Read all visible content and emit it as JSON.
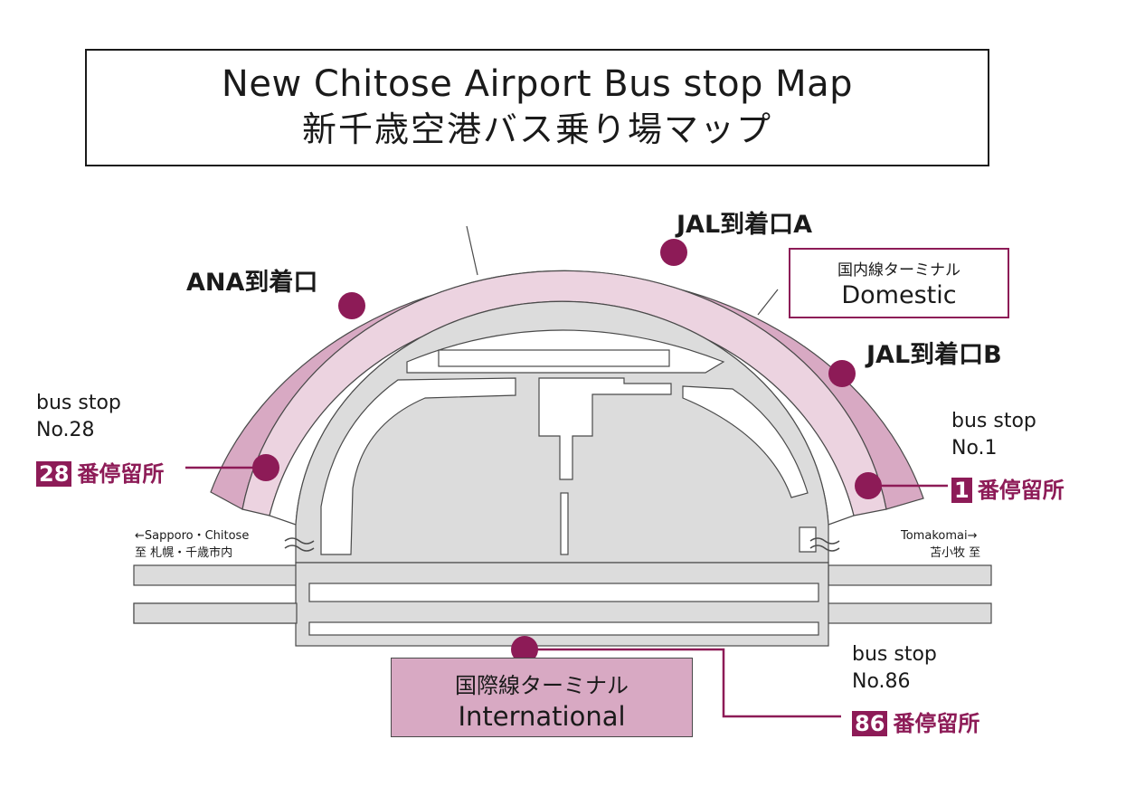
{
  "title": {
    "en": "New Chitose Airport Bus stop Map",
    "ja": "新千歳空港バス乗り場マップ"
  },
  "colors": {
    "accent": "#8d1b57",
    "band_outer": "#d8a9c3",
    "band_inner": "#ecd3e0",
    "building": "#dcdcdc",
    "outline": "#4a4a4a"
  },
  "arrival_gates": [
    {
      "label": "ANA到着口"
    },
    {
      "label": "JAL到着口A"
    },
    {
      "label": "JAL到着口B"
    }
  ],
  "domestic": {
    "ja": "国内線ターミナル",
    "en": "Domestic"
  },
  "international": {
    "ja": "国際線ターミナル",
    "en": "International"
  },
  "stops": [
    {
      "en_line1": "bus stop",
      "en_line2": "No.28",
      "number": "28",
      "ja": "番停留所"
    },
    {
      "en_line1": "bus stop",
      "en_line2": "No.1",
      "number": "1",
      "ja": "番停留所"
    },
    {
      "en_line1": "bus stop",
      "en_line2": "No.86",
      "number": "86",
      "ja": "番停留所"
    }
  ],
  "directions": {
    "left_en": "←Sapporo・Chitose",
    "left_ja": "至 札幌・千歳市内",
    "right_en": "Tomakomai→",
    "right_ja": "苫小牧 至"
  }
}
